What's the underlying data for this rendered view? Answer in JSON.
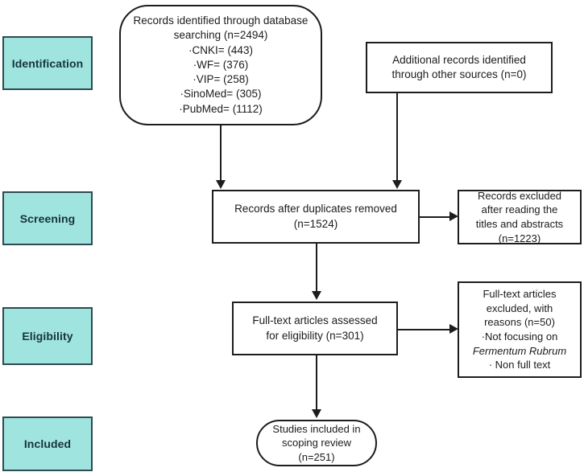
{
  "diagram": {
    "title": "PRISMA scoping review flow diagram",
    "accent_color": "#9FE4DF",
    "border_color": "#1d1d1f",
    "stage_border_color": "#2E4A52",
    "background": "#ffffff"
  },
  "stages": [
    {
      "id": "identification",
      "label": "Identification"
    },
    {
      "id": "screening",
      "label": "Screening"
    },
    {
      "id": "eligibility",
      "label": "Eligibility"
    },
    {
      "id": "included",
      "label": "Included"
    }
  ],
  "boxes": {
    "database_records": {
      "line1": "Records identified through database",
      "line2": "searching  (n=2494)",
      "line3": "·CNKI=  (443)",
      "line4": "·WF=  (376)",
      "line5": "·VIP=  (258)",
      "line6": "·SinoMed=  (305)",
      "line7": "·PubMed=  (1112)"
    },
    "additional_records": {
      "line1": "Additional records identified",
      "line2": "through other sources  (n=0)"
    },
    "duplicates_removed": {
      "line1": "Records after duplicates removed",
      "line2": "(n=1524)"
    },
    "records_excluded": {
      "line1": "Records excluded",
      "line2": "after reading the",
      "line3": "titles and abstracts",
      "line4": "(n=1223)"
    },
    "fulltext_assessed": {
      "line1": "Full-text articles assessed",
      "line2": "for eligibility  (n=301)"
    },
    "fulltext_excluded": {
      "line1": "Full-text articles",
      "line2": "excluded, with",
      "line3": "reasons  (n=50)",
      "line4": "·Not focusing on",
      "line5": "Fermentum Rubrum",
      "line6": "· Non full text"
    },
    "studies_included": {
      "line1": "Studies included in",
      "line2": "scoping review",
      "line3": "(n=251)"
    }
  },
  "chart_data": {
    "type": "diagram",
    "title": "PRISMA scoping review flow diagram",
    "nodes": [
      {
        "id": "database_records",
        "stage": "Identification",
        "label": "Records identified through database searching",
        "n": 2494,
        "breakdown": [
          {
            "source": "CNKI",
            "n": 443
          },
          {
            "source": "WF",
            "n": 376
          },
          {
            "source": "VIP",
            "n": 258
          },
          {
            "source": "SinoMed",
            "n": 305
          },
          {
            "source": "PubMed",
            "n": 1112
          }
        ]
      },
      {
        "id": "additional_records",
        "stage": "Identification",
        "label": "Additional records identified through other sources",
        "n": 0
      },
      {
        "id": "duplicates_removed",
        "stage": "Screening",
        "label": "Records after duplicates removed",
        "n": 1524
      },
      {
        "id": "records_excluded",
        "stage": "Screening",
        "label": "Records excluded after reading the titles and abstracts",
        "n": 1223
      },
      {
        "id": "fulltext_assessed",
        "stage": "Eligibility",
        "label": "Full-text articles assessed for eligibility",
        "n": 301
      },
      {
        "id": "fulltext_excluded",
        "stage": "Eligibility",
        "label": "Full-text articles excluded, with reasons",
        "n": 50,
        "reasons": [
          "Not focusing on Fermentum Rubrum",
          "Non full text"
        ]
      },
      {
        "id": "studies_included",
        "stage": "Included",
        "label": "Studies included in scoping review",
        "n": 251
      }
    ],
    "edges": [
      {
        "from": "database_records",
        "to": "duplicates_removed"
      },
      {
        "from": "additional_records",
        "to": "duplicates_removed"
      },
      {
        "from": "duplicates_removed",
        "to": "records_excluded"
      },
      {
        "from": "duplicates_removed",
        "to": "fulltext_assessed"
      },
      {
        "from": "fulltext_assessed",
        "to": "fulltext_excluded"
      },
      {
        "from": "fulltext_assessed",
        "to": "studies_included"
      }
    ]
  }
}
